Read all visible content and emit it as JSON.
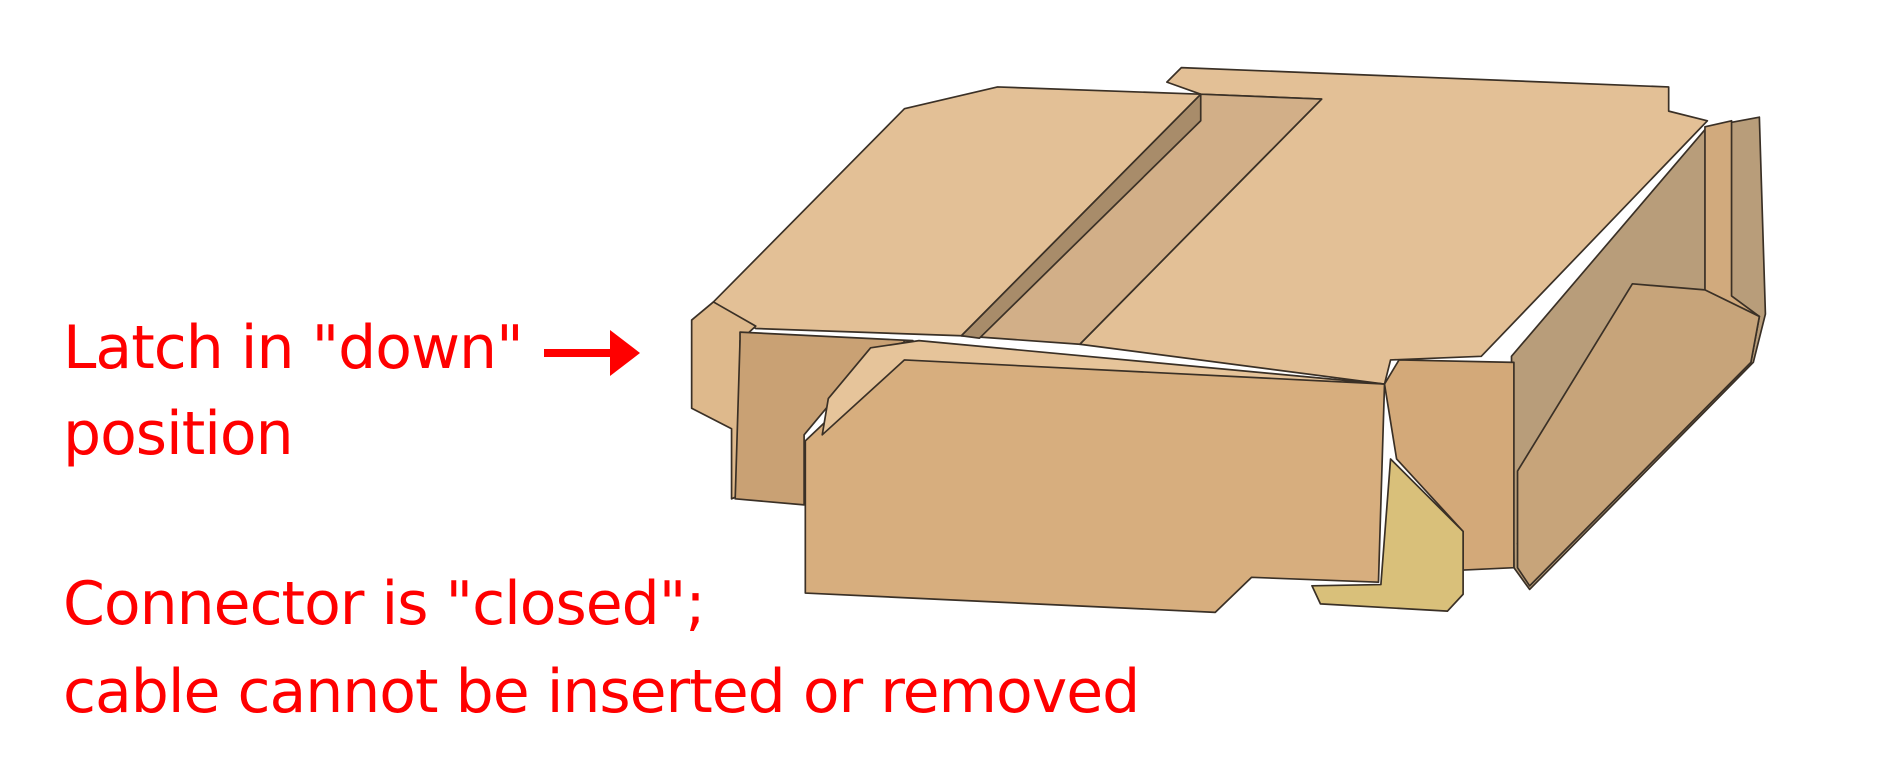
{
  "annotations": {
    "latch_line1": "Latch in \"down\"",
    "latch_line2": "position",
    "state_line1": "Connector is \"closed\";",
    "state_line2": "cable cannot be inserted or removed"
  },
  "colors": {
    "annotation_text": "#ff0000",
    "body_top": "#e3c096",
    "body_front": "#d7ae7e",
    "body_shadow": "#b89d7a",
    "contact_tab": "#d9c07a"
  },
  "icons": {
    "arrow": "arrow-right-icon"
  }
}
